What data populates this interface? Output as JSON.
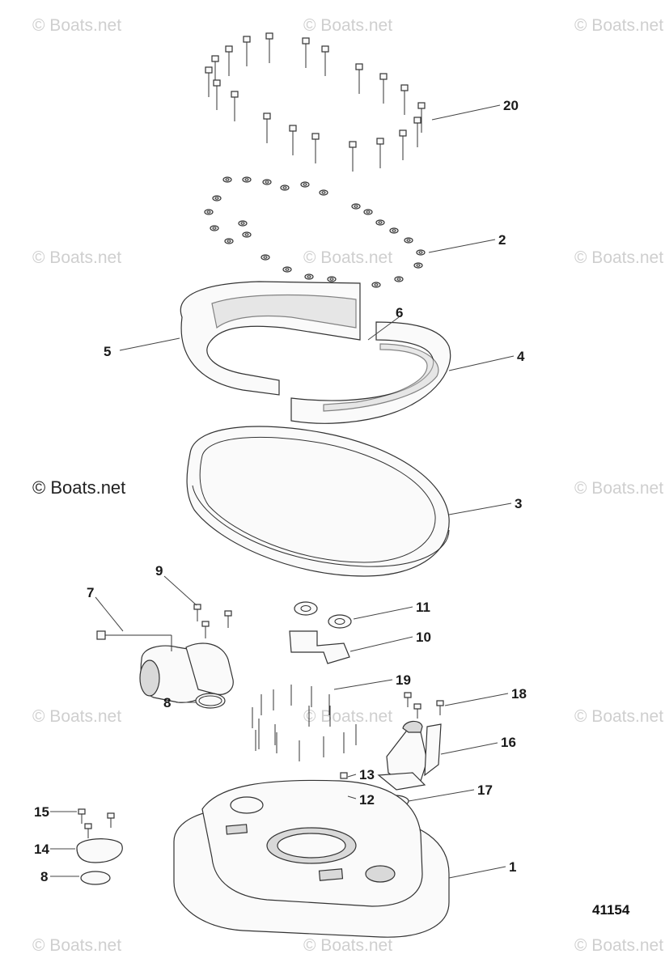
{
  "diagram": {
    "figure_number": "41154",
    "watermark_text": "© Boats.net",
    "callouts": [
      {
        "id": "c20",
        "label": "20"
      },
      {
        "id": "c2",
        "label": "2"
      },
      {
        "id": "c6",
        "label": "6"
      },
      {
        "id": "c5",
        "label": "5"
      },
      {
        "id": "c4",
        "label": "4"
      },
      {
        "id": "c3",
        "label": "3"
      },
      {
        "id": "c9",
        "label": "9"
      },
      {
        "id": "c7",
        "label": "7"
      },
      {
        "id": "c11",
        "label": "11"
      },
      {
        "id": "c10",
        "label": "10"
      },
      {
        "id": "c19",
        "label": "19"
      },
      {
        "id": "c8a",
        "label": "8"
      },
      {
        "id": "c18",
        "label": "18"
      },
      {
        "id": "c16",
        "label": "16"
      },
      {
        "id": "c13",
        "label": "13"
      },
      {
        "id": "c12",
        "label": "12"
      },
      {
        "id": "c17",
        "label": "17"
      },
      {
        "id": "c15",
        "label": "15"
      },
      {
        "id": "c14",
        "label": "14"
      },
      {
        "id": "c8b",
        "label": "8"
      },
      {
        "id": "c1",
        "label": "1"
      }
    ]
  }
}
